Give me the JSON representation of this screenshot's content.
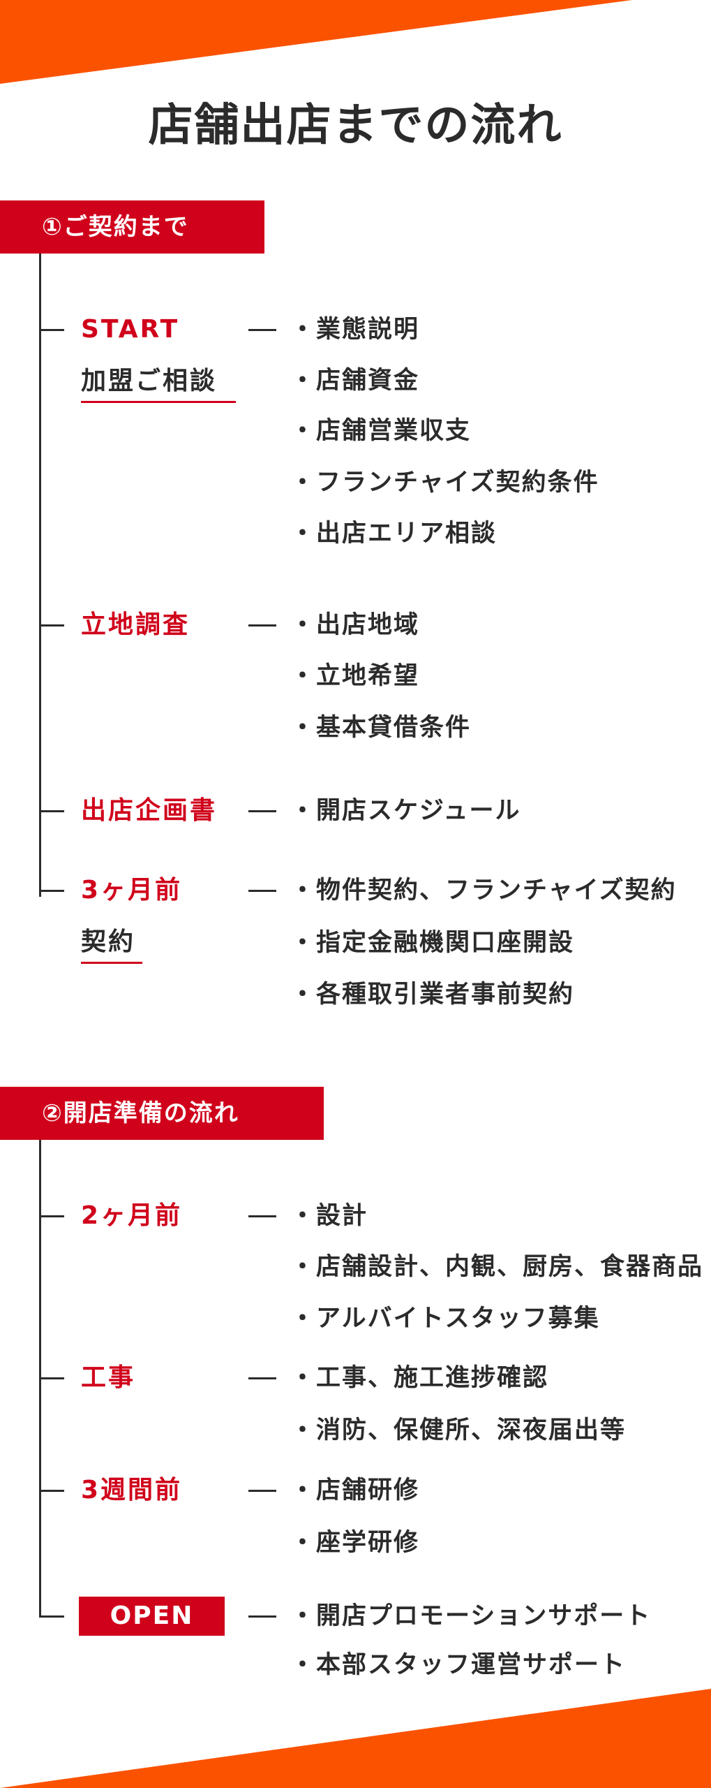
{
  "title": "店舗出店までの流れ",
  "colors": {
    "accent_orange": "#fb5200",
    "accent_red": "#d0021b",
    "text": "#2b2b2b"
  },
  "sections": [
    {
      "heading": "①ご契約まで",
      "steps": [
        {
          "label_lines": [
            "START",
            "加盟ご相談"
          ],
          "items": [
            "・業態説明",
            "・店舗資金",
            "・店舗営業収支",
            "・フランチャイズ契約条件",
            "・出店エリア相談"
          ]
        },
        {
          "label_lines": [
            "立地調査"
          ],
          "items": [
            "・出店地域",
            "・立地希望",
            "・基本貸借条件"
          ]
        },
        {
          "label_lines": [
            "出店企画書"
          ],
          "items": [
            "・開店スケジュール"
          ]
        },
        {
          "label_lines": [
            "3ヶ月前",
            "契約"
          ],
          "items": [
            "・物件契約、フランチャイズ契約",
            "・指定金融機関口座開設",
            "・各種取引業者事前契約"
          ]
        }
      ]
    },
    {
      "heading": "②開店準備の流れ",
      "steps": [
        {
          "label_lines": [
            "2ヶ月前"
          ],
          "items": [
            "・設計",
            "・店舗設計、内観、厨房、食器商品",
            "・アルバイトスタッフ募集"
          ]
        },
        {
          "label_lines": [
            "工事"
          ],
          "items": [
            "・工事、施工進捗確認",
            "・消防、保健所、深夜届出等"
          ]
        },
        {
          "label_lines": [
            "3週間前"
          ],
          "items": [
            "・店舗研修",
            "・座学研修"
          ]
        },
        {
          "label_lines": [
            "OPEN"
          ],
          "items": [
            "・開店プロモーションサポート",
            "・本部スタッフ運営サポート"
          ]
        }
      ]
    }
  ]
}
